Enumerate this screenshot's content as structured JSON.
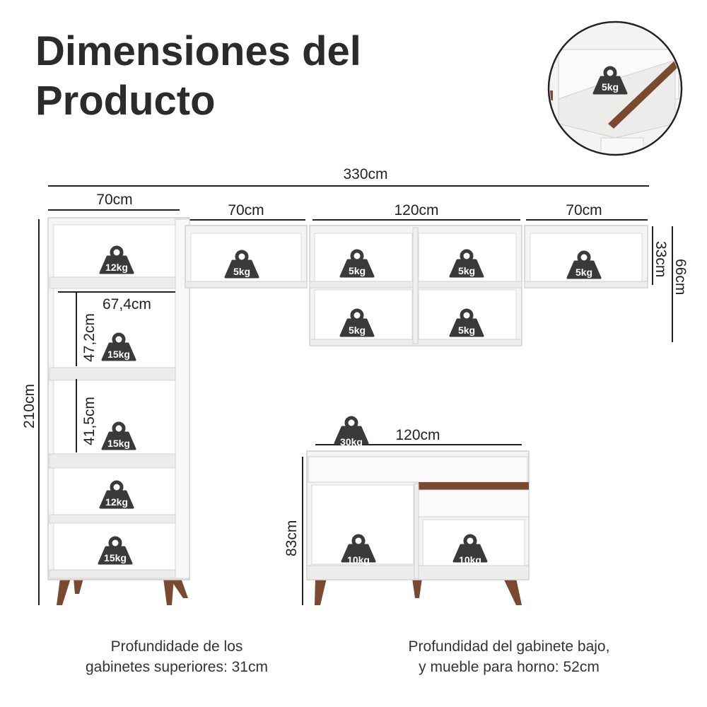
{
  "title": {
    "line1": "Dimensiones del",
    "line2": "Producto"
  },
  "dimensions": {
    "total_width": "330cm",
    "tower_width": "70cm",
    "upper_a_width": "70cm",
    "upper_b_width": "120cm",
    "upper_c_width": "70cm",
    "upper_height_single": "33cm",
    "upper_height_double": "66cm",
    "shelf_width": "67,4cm",
    "niche_height_1": "47,2cm",
    "niche_height_2": "41,5cm",
    "tower_height": "210cm",
    "base_width": "120cm",
    "base_height": "83cm"
  },
  "weights": {
    "detail": "5kg",
    "tower_top": "12kg",
    "tower_niche1": "15kg",
    "tower_niche2": "15kg",
    "tower_lower": "12kg",
    "tower_bottom": "15kg",
    "upper_a": "5kg",
    "upper_b1": "5kg",
    "upper_b2": "5kg",
    "upper_b3": "5kg",
    "upper_b4": "5kg",
    "upper_c": "5kg",
    "base_top": "30kg",
    "base_left": "10kg",
    "base_right": "10kg"
  },
  "notes": {
    "upper_depth_line1": "Profundidade de los",
    "upper_depth_line2": "gabinetes superiores: 31cm",
    "base_depth_line1": "Profundidad del gabinete bajo,",
    "base_depth_line2": "y mueble para horno: 52cm"
  },
  "colors": {
    "wood": "#7a4a30",
    "weight_icon": "#3a3a3a",
    "cabinet": "#f4f4f2"
  }
}
